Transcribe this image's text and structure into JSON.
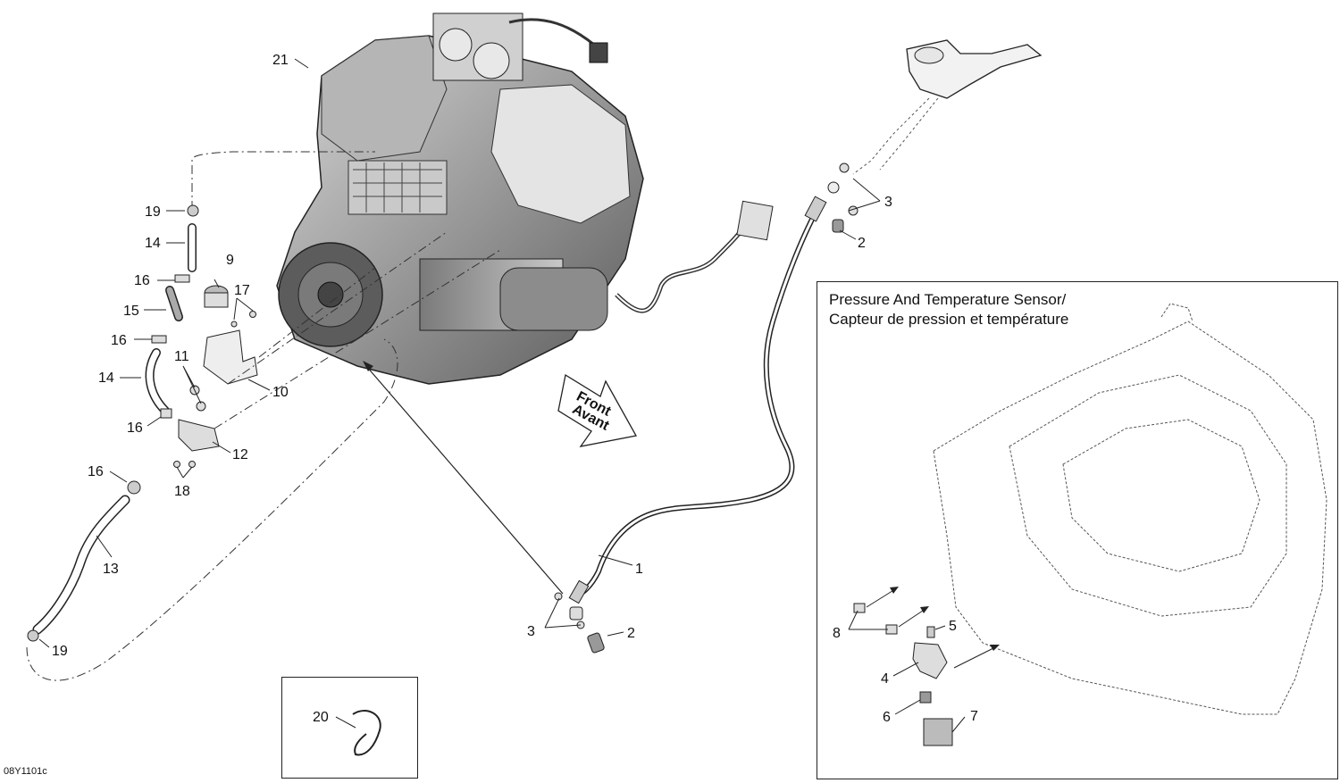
{
  "inset": {
    "title_line1": "Pressure And Temperature Sensor/",
    "title_line2": "Capteur de pression et température"
  },
  "direction": {
    "line1": "Front",
    "line2": "Avant"
  },
  "doc_ref": "08Y1101c",
  "callouts": {
    "c21": "21",
    "c19a": "19",
    "c14a": "14",
    "c9": "9",
    "c16a": "16",
    "c17": "17",
    "c15": "15",
    "c16b": "16",
    "c11": "11",
    "c14b": "14",
    "c10": "10",
    "c16c": "16",
    "c12": "12",
    "c16d": "16",
    "c18": "18",
    "c13": "13",
    "c19b": "19",
    "c3a": "3",
    "c2a": "2",
    "c1": "1",
    "c3b": "3",
    "c2b": "2",
    "c20": "20",
    "c8": "8",
    "c5": "5",
    "c4": "4",
    "c6": "6",
    "c7": "7"
  }
}
